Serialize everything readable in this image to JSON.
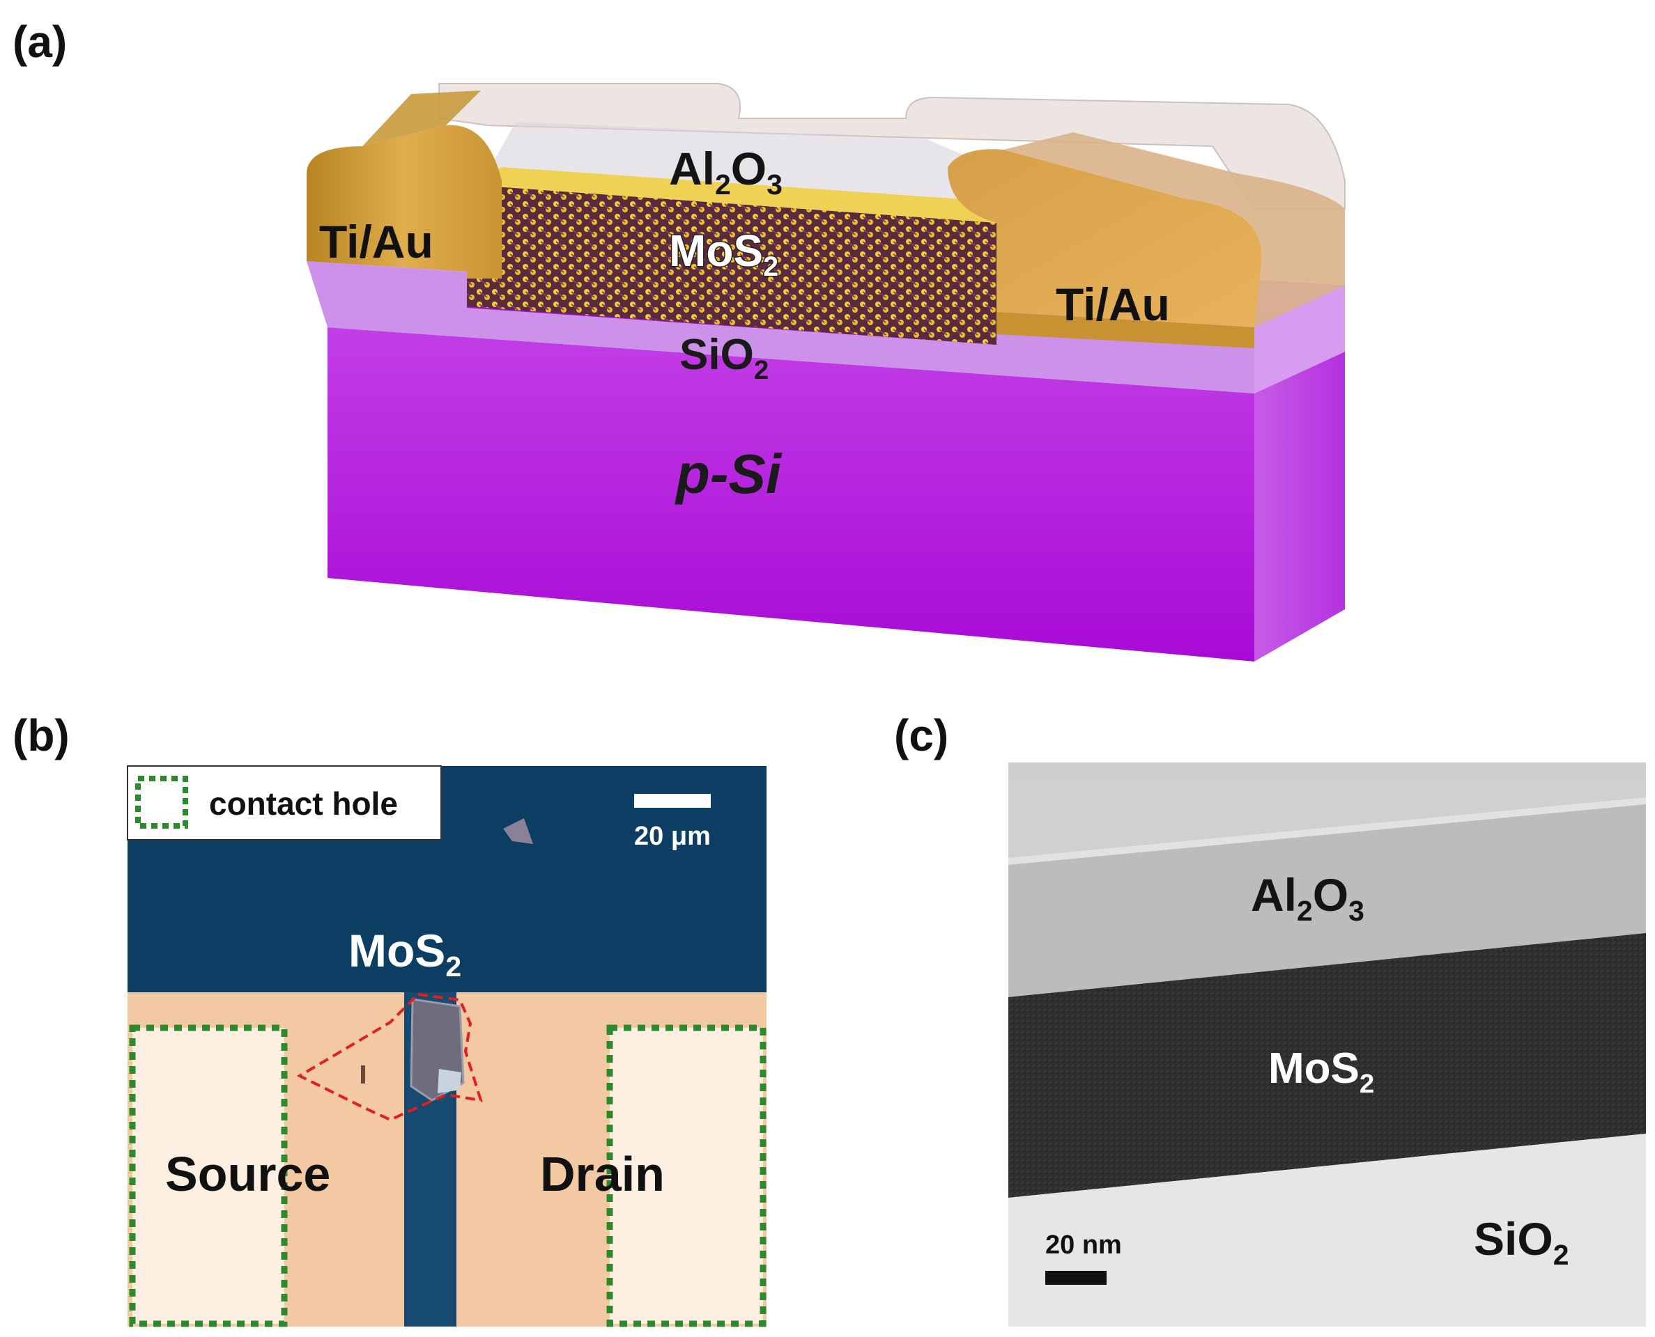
{
  "panel_a": {
    "label": "(a)",
    "layers": {
      "al2o3": {
        "text": "Al",
        "sub1": "2",
        "mid": "O",
        "sub2": "3"
      },
      "mos2": {
        "text": "MoS",
        "sub": "2"
      },
      "sio2": {
        "text": "SiO",
        "sub": "2"
      },
      "psi": {
        "text": "p",
        "rest": "-Si"
      },
      "contact_left": "Ti/Au",
      "contact_right": "Ti/Au"
    },
    "colors": {
      "gold": "#d9a441",
      "substrate": "#b400d8",
      "oxide": "#c28ad8",
      "channel": "#7a2a55"
    }
  },
  "panel_b": {
    "label": "(b)",
    "legend": "contact hole",
    "scalebar": "20 μm",
    "flake_label": {
      "text": "MoS",
      "sub": "2"
    },
    "source": "Source",
    "drain": "Drain",
    "colors": {
      "background": "#0c3d62",
      "electrode": "#f3c9a4",
      "contact": "#2b8a2b",
      "outline": "#e02020"
    }
  },
  "panel_c": {
    "label": "(c)",
    "al2o3": {
      "text": "Al",
      "sub1": "2",
      "mid": "O",
      "sub2": "3"
    },
    "mos2": {
      "text": "MoS",
      "sub": "2"
    },
    "sio2": {
      "text": "SiO",
      "sub": "2"
    },
    "scalebar": "20 nm"
  }
}
